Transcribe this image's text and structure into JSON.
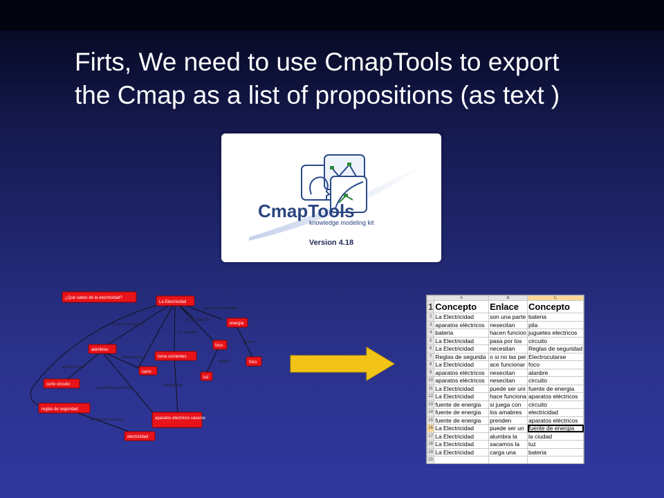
{
  "slide": {
    "title_line1": "Firts, We need to use CmapTools to export",
    "title_line2": "the Cmap as a list of propositions (as text )"
  },
  "splash": {
    "app_name": "CmapTools",
    "tagline": "knowledge modeling kit",
    "version": "Version 4.18"
  },
  "cmap": {
    "nodes": {
      "question": "¿Qué sabes de la electricidad?",
      "root": "La Electricidad",
      "energia": "energía",
      "foco": "foco",
      "foco2": "foco",
      "alambres": "alambres",
      "toma": "toma corrientes",
      "carro": "carro",
      "luz": "luz",
      "corto": "corto circuito",
      "reglas": "reglas de seguridad",
      "aparatos": "aparatos electricos caceros",
      "electricidad": "electricidad"
    }
  },
  "spreadsheet": {
    "col_letters": [
      "A",
      "B",
      "C"
    ],
    "headers": [
      "Concepto",
      "Enlace",
      "Concepto"
    ],
    "rows": [
      [
        "La Electricidad",
        "son una parte",
        "bateria"
      ],
      [
        "aparatos eléctricos",
        "nesecitan",
        "pila"
      ],
      [
        "bateria",
        "hacen funcion",
        "juguetes electricos"
      ],
      [
        "La Electricidad",
        "pasa por los",
        "circuito"
      ],
      [
        "La Electricidad",
        "necesitan",
        "Reglas de seguridad"
      ],
      [
        "Reglas de segurida",
        "o si no las pei",
        "Electrocutarse"
      ],
      [
        "La Electricidad",
        "ace funcionar",
        "foco"
      ],
      [
        "aparatos eléctricos",
        "nesecitan",
        "alanbre"
      ],
      [
        "aparatos eléctricos",
        "nesecitan",
        "circuito"
      ],
      [
        "La Electricidad",
        "puede ser uni",
        "fuente de energia"
      ],
      [
        "La Electricidad",
        "hace funciona",
        "aparatos eléctricos"
      ],
      [
        "fuente de energia",
        "si juega con",
        "circuito"
      ],
      [
        "fuente de energia",
        "los amabres",
        "electricidad"
      ],
      [
        "fuente de energia",
        "prenden",
        "aparatos eléctricos"
      ],
      [
        "La Electricidad",
        "puede ser un",
        "fuente de energia"
      ],
      [
        "La Electricidad",
        "alumbra la",
        "la ciudad"
      ],
      [
        "La Electricidad",
        "sacamos la",
        "luz"
      ],
      [
        "La Electricidad",
        "carga una",
        "bateria"
      ],
      [
        "",
        "",
        ""
      ]
    ],
    "row_numbers": [
      "1",
      "2",
      "3",
      "4",
      "5",
      "6",
      "7",
      "8",
      "9",
      "10",
      "11",
      "12",
      "13",
      "14",
      "15",
      "16",
      "17",
      "18",
      "19",
      "20"
    ],
    "selected_row": "16"
  },
  "colors": {
    "node_fill": "#e8141a",
    "arrow_fill": "#f2c417",
    "selection": "#fbd89a"
  }
}
